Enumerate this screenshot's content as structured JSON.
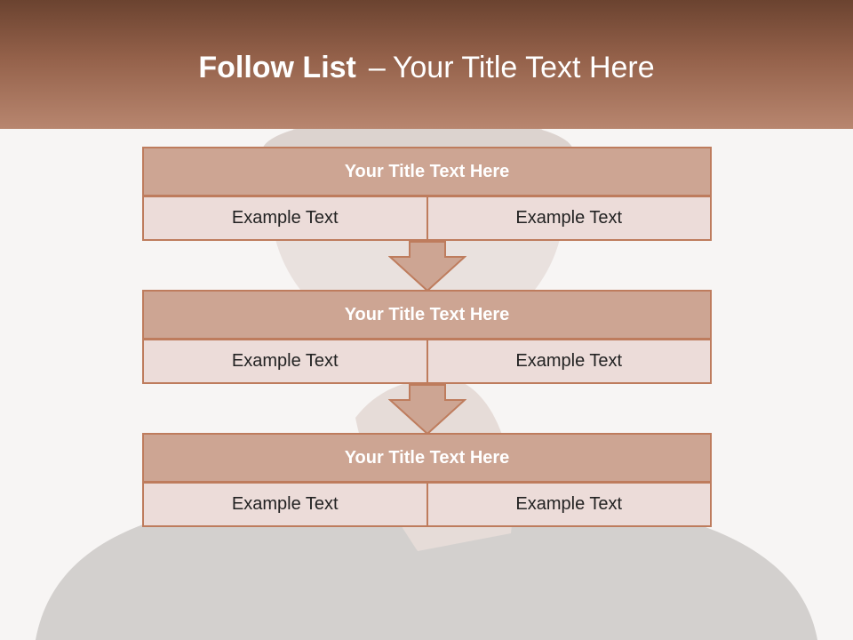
{
  "header": {
    "title_bold": "Follow List",
    "title_dash": "–",
    "title_rest": "Your Title Text Here"
  },
  "blocks": [
    {
      "title": "Your Title Text Here",
      "left": "Example Text",
      "right": "Example Text"
    },
    {
      "title": "Your Title Text Here",
      "left": "Example Text",
      "right": "Example Text"
    },
    {
      "title": "Your Title Text Here",
      "left": "Example Text",
      "right": "Example Text"
    }
  ],
  "colors": {
    "header_dark": "#6b4330",
    "header_light": "#b8866f",
    "block_header": "#cda593",
    "block_cell": "#ecdcd9",
    "border": "#be7c5d",
    "arrow_fill": "#cda593"
  },
  "icons": {
    "arrow": "down-arrow-icon"
  }
}
